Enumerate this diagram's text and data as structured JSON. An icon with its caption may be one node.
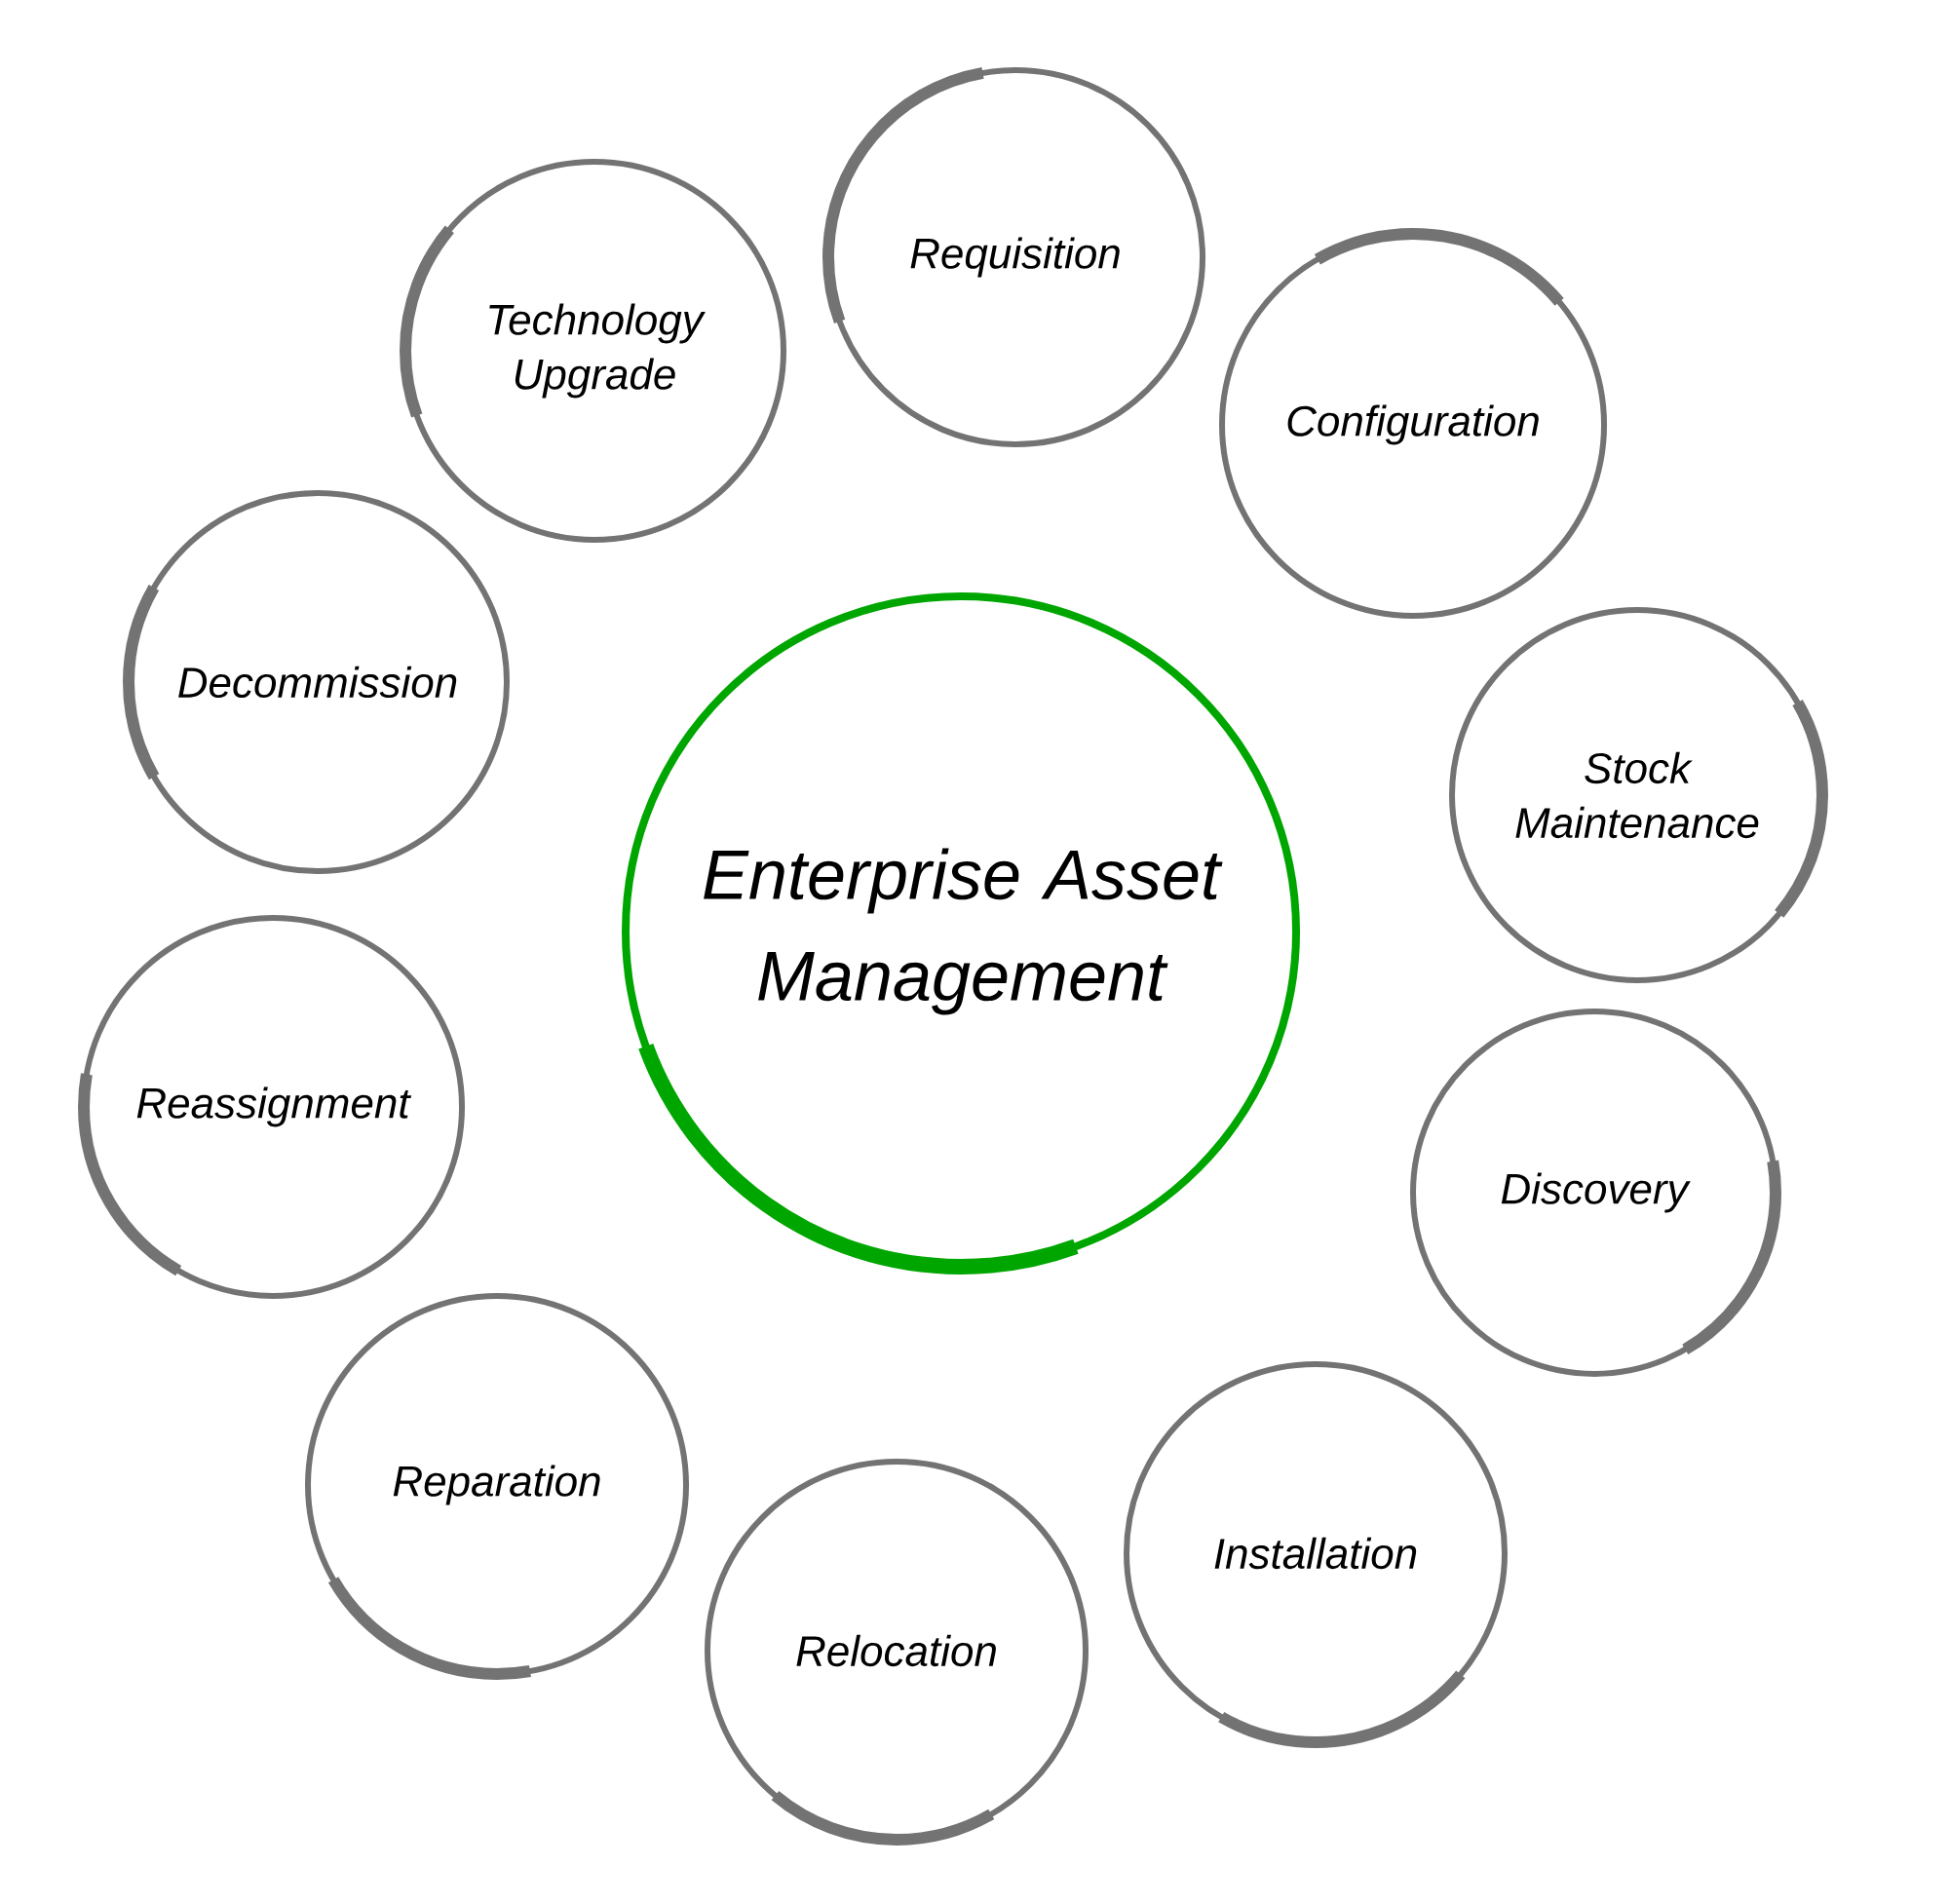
{
  "diagram": {
    "nodes": [
      {
        "text": [
          "Enterprise Asset Management"
        ]
      },
      {
        "text": [
          "Requisition"
        ]
      },
      {
        "text": [
          "Configuration"
        ]
      },
      {
        "text": [
          "Stock Maintenance"
        ]
      },
      {
        "text": [
          "Discovery"
        ]
      },
      {
        "text": [
          "Installation"
        ]
      },
      {
        "text": [
          "Relocation"
        ]
      },
      {
        "text": [
          "Reparation"
        ]
      },
      {
        "text": [
          "Reassignment"
        ]
      },
      {
        "text": [
          "Decommission"
        ]
      },
      {
        "text": [
          "Technology Upgrade"
        ]
      }
    ]
  }
}
